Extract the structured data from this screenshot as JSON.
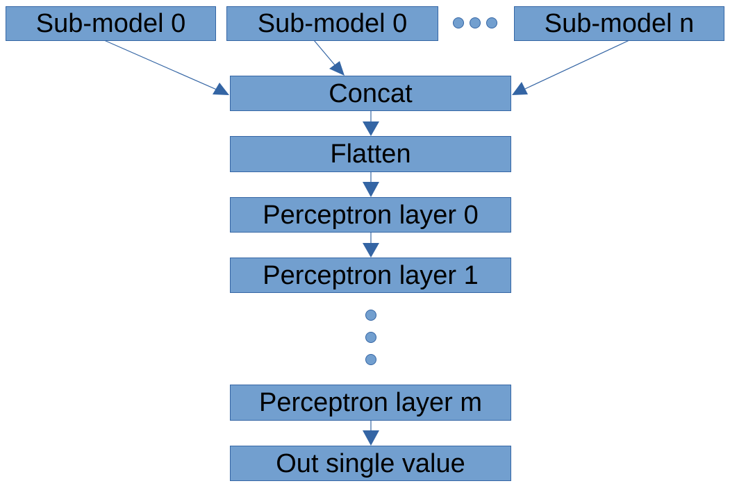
{
  "colors": {
    "box_fill": "#729fcf",
    "box_border": "#3465a4",
    "arrow": "#3465a4",
    "dot": "#729fcf",
    "text": "#000000"
  },
  "nodes": {
    "submodel_a": "Sub-model 0",
    "submodel_b": "Sub-model 0",
    "submodel_n": "Sub-model n",
    "concat": "Concat",
    "flatten": "Flatten",
    "perceptron_0": "Perceptron layer 0",
    "perceptron_1": "Perceptron layer 1",
    "perceptron_m": "Perceptron layer m",
    "output": "Out single value"
  },
  "edges": [
    [
      "submodel_a",
      "concat"
    ],
    [
      "submodel_b",
      "concat"
    ],
    [
      "submodel_n",
      "concat"
    ],
    [
      "concat",
      "flatten"
    ],
    [
      "flatten",
      "perceptron_0"
    ],
    [
      "perceptron_0",
      "perceptron_1"
    ],
    [
      "perceptron_m",
      "output"
    ]
  ],
  "ellipses": {
    "between_submodels": "horizontal-dots",
    "between_perceptron_layers": "vertical-dots"
  }
}
